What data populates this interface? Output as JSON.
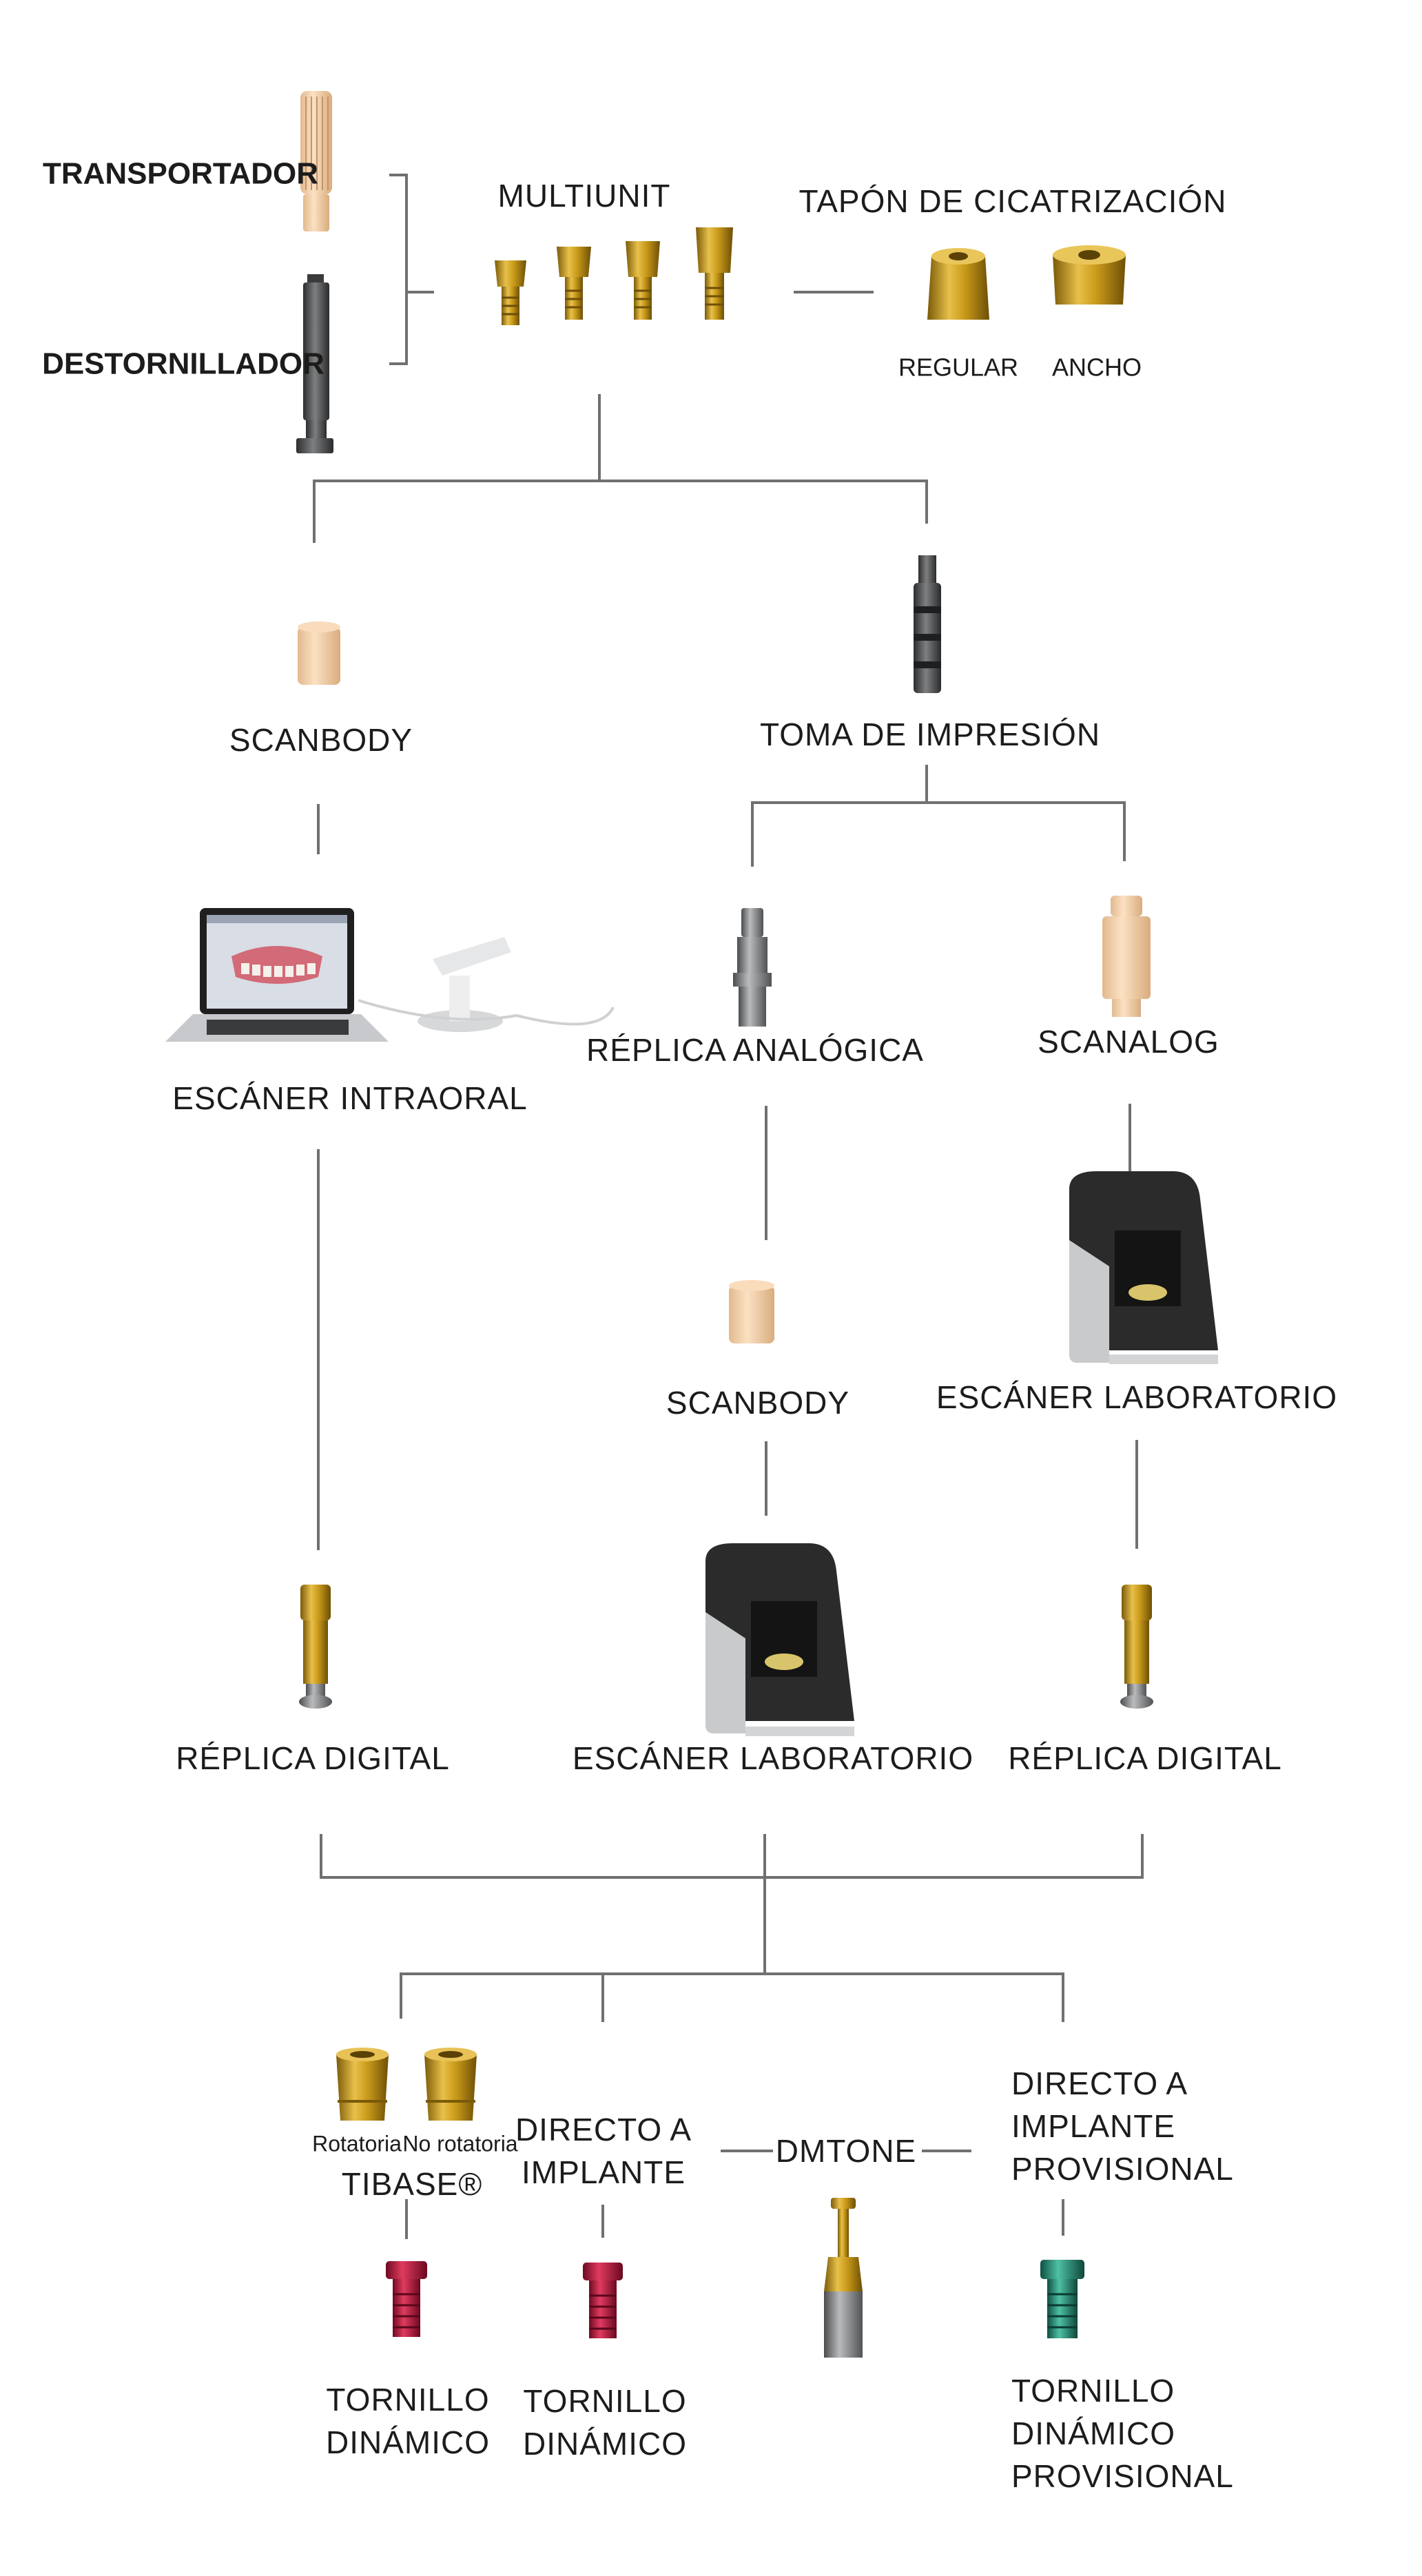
{
  "accent_colors": {
    "gold": "#c99a1a",
    "gold_dark": "#7a5a08",
    "titanium": "#8b8d8f",
    "peach": "#f3cfa8",
    "red_screw": "#b3123a",
    "green_screw": "#2a8f78",
    "scanner_body": "#2b2b2b",
    "line": "#707070"
  },
  "top": {
    "transportador": "TRANSPORTADOR",
    "destornillador": "DESTORNILLADOR",
    "multiunit": "MULTIUNIT",
    "tapon": "TAPÓN DE CICATRIZACIÓN",
    "regular": "REGULAR",
    "ancho": "ANCHO"
  },
  "branch_left": {
    "scanbody": "SCANBODY",
    "escaner_intraoral": "ESCÁNER INTRAORAL",
    "replica_digital": "RÉPLICA DIGITAL"
  },
  "branch_middle": {
    "toma_impresion": "TOMA DE IMPRESIÓN",
    "replica_analogica": "RÉPLICA ANALÓGICA",
    "scanbody": "SCANBODY",
    "escaner_laboratorio": "ESCÁNER LABORATORIO"
  },
  "branch_right": {
    "scanalog": "SCANALOG",
    "escaner_laboratorio": "ESCÁNER LABORATORIO",
    "replica_digital": "RÉPLICA DIGITAL"
  },
  "bottom": {
    "rotatoria": "Rotatoria",
    "no_rotatoria": "No rotatoria",
    "tibase": "TIBASE®",
    "tibase_screw": [
      "TORNILLO",
      "DINÁMICO"
    ],
    "directo_implante": [
      "DIRECTO A",
      "IMPLANTE"
    ],
    "directo_screw": [
      "TORNILLO",
      "DINÁMICO"
    ],
    "dmtone": "DMTONE",
    "directo_provisional": [
      "DIRECTO A",
      "IMPLANTE",
      "PROVISIONAL"
    ],
    "provisional_screw": [
      "TORNILLO",
      "DINÁMICO",
      "PROVISIONAL"
    ]
  },
  "icons": {
    "transporter": "transporter-tool-icon",
    "screwdriver": "screwdriver-icon",
    "multiunit": "multiunit-abutment-icon",
    "healing_cap": "healing-cap-icon",
    "scanbody": "scanbody-icon",
    "impression": "impression-coping-icon",
    "laptop": "laptop-intraoral-scanner-icon",
    "analog": "analog-replica-icon",
    "scanalog": "scanalog-icon",
    "lab_scanner": "lab-scanner-icon",
    "digital_replica": "digital-replica-icon",
    "tibase": "tibase-icon",
    "screw": "dynamic-screw-icon",
    "dmtone": "dmtone-tool-icon"
  }
}
